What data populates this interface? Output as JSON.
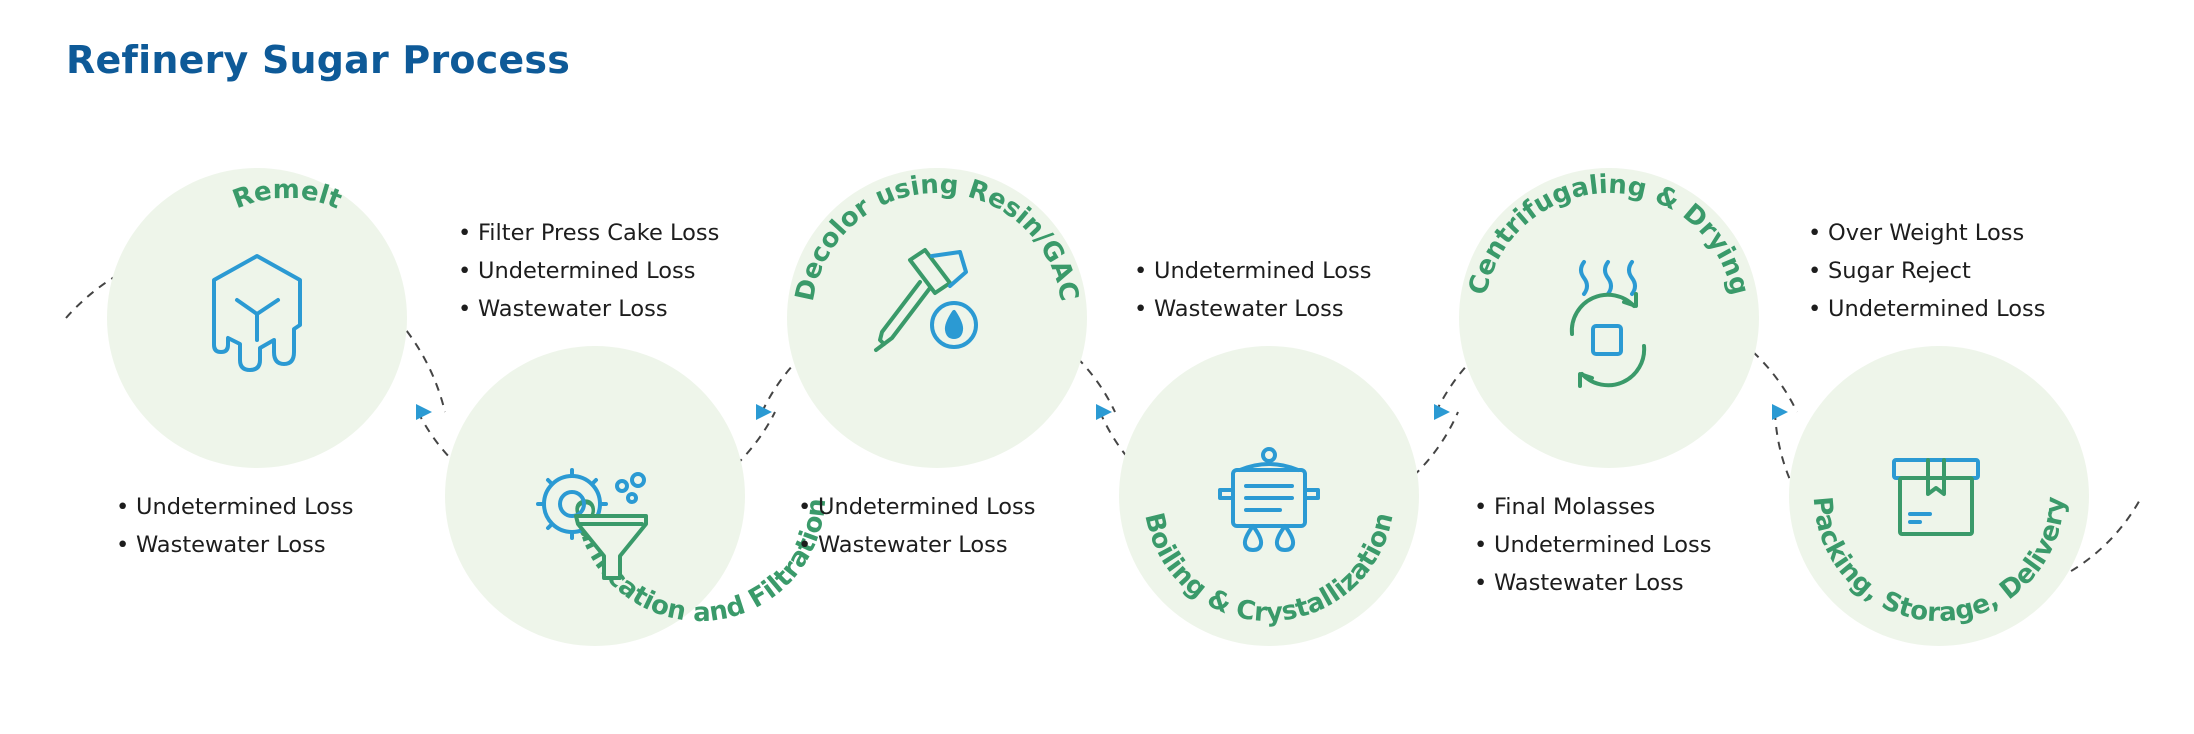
{
  "title": "Refinery Sugar Process",
  "colors": {
    "title": "#0e5a98",
    "label": "#3a9a6a",
    "circle_fill": "#eef5ea",
    "icon_blue": "#2b9ad3",
    "icon_green": "#3a9a6a",
    "connector": "#444444",
    "arrow": "#2b9ad3"
  },
  "steps": [
    {
      "label": "Remelt",
      "icon": "melting-cube-icon"
    },
    {
      "label": "Clarification and Filtration",
      "icon": "gear-funnel-icon"
    },
    {
      "label": "Decolor using Resin/GAC",
      "icon": "pipette-drop-icon"
    },
    {
      "label": "Boiling & Crystallization",
      "icon": "boiling-pot-icon"
    },
    {
      "label": "Centrifugaling & Drying",
      "icon": "rotating-steam-icon"
    },
    {
      "label": "Packing, Storage, Delivery",
      "icon": "package-box-icon"
    }
  ],
  "losses": [
    {
      "items": [
        "Undetermined Loss",
        "Wastewater Loss"
      ]
    },
    {
      "items": [
        "Filter Press Cake Loss",
        "Undetermined Loss",
        "Wastewater Loss"
      ]
    },
    {
      "items": [
        "Undetermined Loss",
        "Wastewater Loss"
      ]
    },
    {
      "items": [
        "Undetermined Loss",
        "Wastewater Loss"
      ]
    },
    {
      "items": [
        "Final Molasses",
        "Undetermined Loss",
        "Wastewater Loss"
      ]
    },
    {
      "items": [
        "Over Weight Loss",
        "Sugar Reject",
        "Undetermined Loss"
      ]
    }
  ]
}
